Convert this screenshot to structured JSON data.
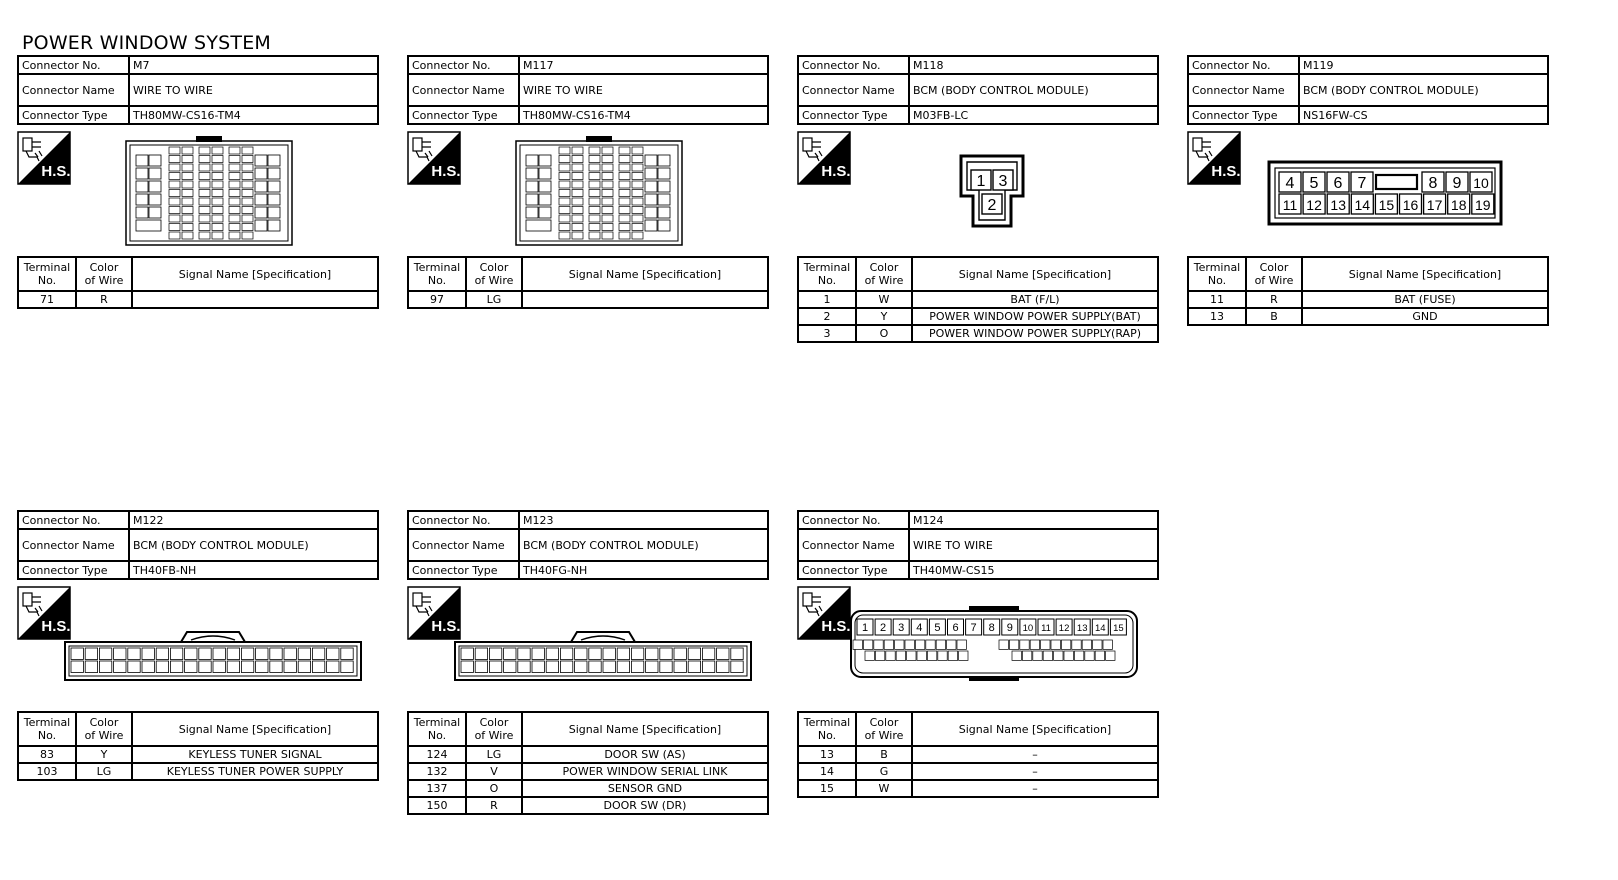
{
  "page_title": "POWER WINDOW SYSTEM",
  "labels": {
    "connector_no": "Connector No.",
    "connector_name": "Connector Name",
    "connector_type": "Connector Type",
    "terminal_no": [
      "Terminal",
      "No."
    ],
    "color_of_wire": [
      "Color",
      "of Wire"
    ],
    "signal_name": "Signal Name [Specification]",
    "hs_badge": "H.S."
  },
  "connectors": [
    {
      "no": "M7",
      "name": "WIRE TO WIRE",
      "type": "TH80MW-CS16-TM4",
      "rows": [
        {
          "terminal": "71",
          "color": "R",
          "signal": ""
        }
      ]
    },
    {
      "no": "M117",
      "name": "WIRE TO WIRE",
      "type": "TH80MW-CS16-TM4",
      "rows": [
        {
          "terminal": "97",
          "color": "LG",
          "signal": ""
        }
      ]
    },
    {
      "no": "M118",
      "name": "BCM (BODY CONTROL MODULE)",
      "type": "M03FB-LC",
      "pins": [
        "1",
        "3",
        "2"
      ],
      "rows": [
        {
          "terminal": "1",
          "color": "W",
          "signal": "BAT (F/L)"
        },
        {
          "terminal": "2",
          "color": "Y",
          "signal": "POWER WINDOW POWER SUPPLY(BAT)"
        },
        {
          "terminal": "3",
          "color": "O",
          "signal": "POWER WINDOW POWER SUPPLY(RAP)"
        }
      ]
    },
    {
      "no": "M119",
      "name": "BCM (BODY CONTROL MODULE)",
      "type": "NS16FW-CS",
      "pins_top": [
        "4",
        "5",
        "6",
        "7",
        "8",
        "9",
        "10"
      ],
      "pins_bottom": [
        "11",
        "12",
        "13",
        "14",
        "15",
        "16",
        "17",
        "18",
        "19"
      ],
      "rows": [
        {
          "terminal": "11",
          "color": "R",
          "signal": "BAT (FUSE)"
        },
        {
          "terminal": "13",
          "color": "B",
          "signal": "GND"
        }
      ]
    },
    {
      "no": "M122",
      "name": "BCM (BODY CONTROL MODULE)",
      "type": "TH40FB-NH",
      "rows": [
        {
          "terminal": "83",
          "color": "Y",
          "signal": "KEYLESS TUNER SIGNAL"
        },
        {
          "terminal": "103",
          "color": "LG",
          "signal": "KEYLESS TUNER POWER SUPPLY"
        }
      ]
    },
    {
      "no": "M123",
      "name": "BCM (BODY CONTROL MODULE)",
      "type": "TH40FG-NH",
      "rows": [
        {
          "terminal": "124",
          "color": "LG",
          "signal": "DOOR SW (AS)"
        },
        {
          "terminal": "132",
          "color": "V",
          "signal": "POWER WINDOW SERIAL LINK"
        },
        {
          "terminal": "137",
          "color": "O",
          "signal": "SENSOR GND"
        },
        {
          "terminal": "150",
          "color": "R",
          "signal": "DOOR SW (DR)"
        }
      ]
    },
    {
      "no": "M124",
      "name": "WIRE TO WIRE",
      "type": "TH40MW-CS15",
      "pins_top": [
        "1",
        "2",
        "3",
        "4",
        "5",
        "6",
        "7",
        "8",
        "9",
        "10",
        "11",
        "12",
        "13",
        "14",
        "15"
      ],
      "rows": [
        {
          "terminal": "13",
          "color": "B",
          "signal": "–"
        },
        {
          "terminal": "14",
          "color": "G",
          "signal": "–"
        },
        {
          "terminal": "15",
          "color": "W",
          "signal": "–"
        }
      ]
    }
  ]
}
